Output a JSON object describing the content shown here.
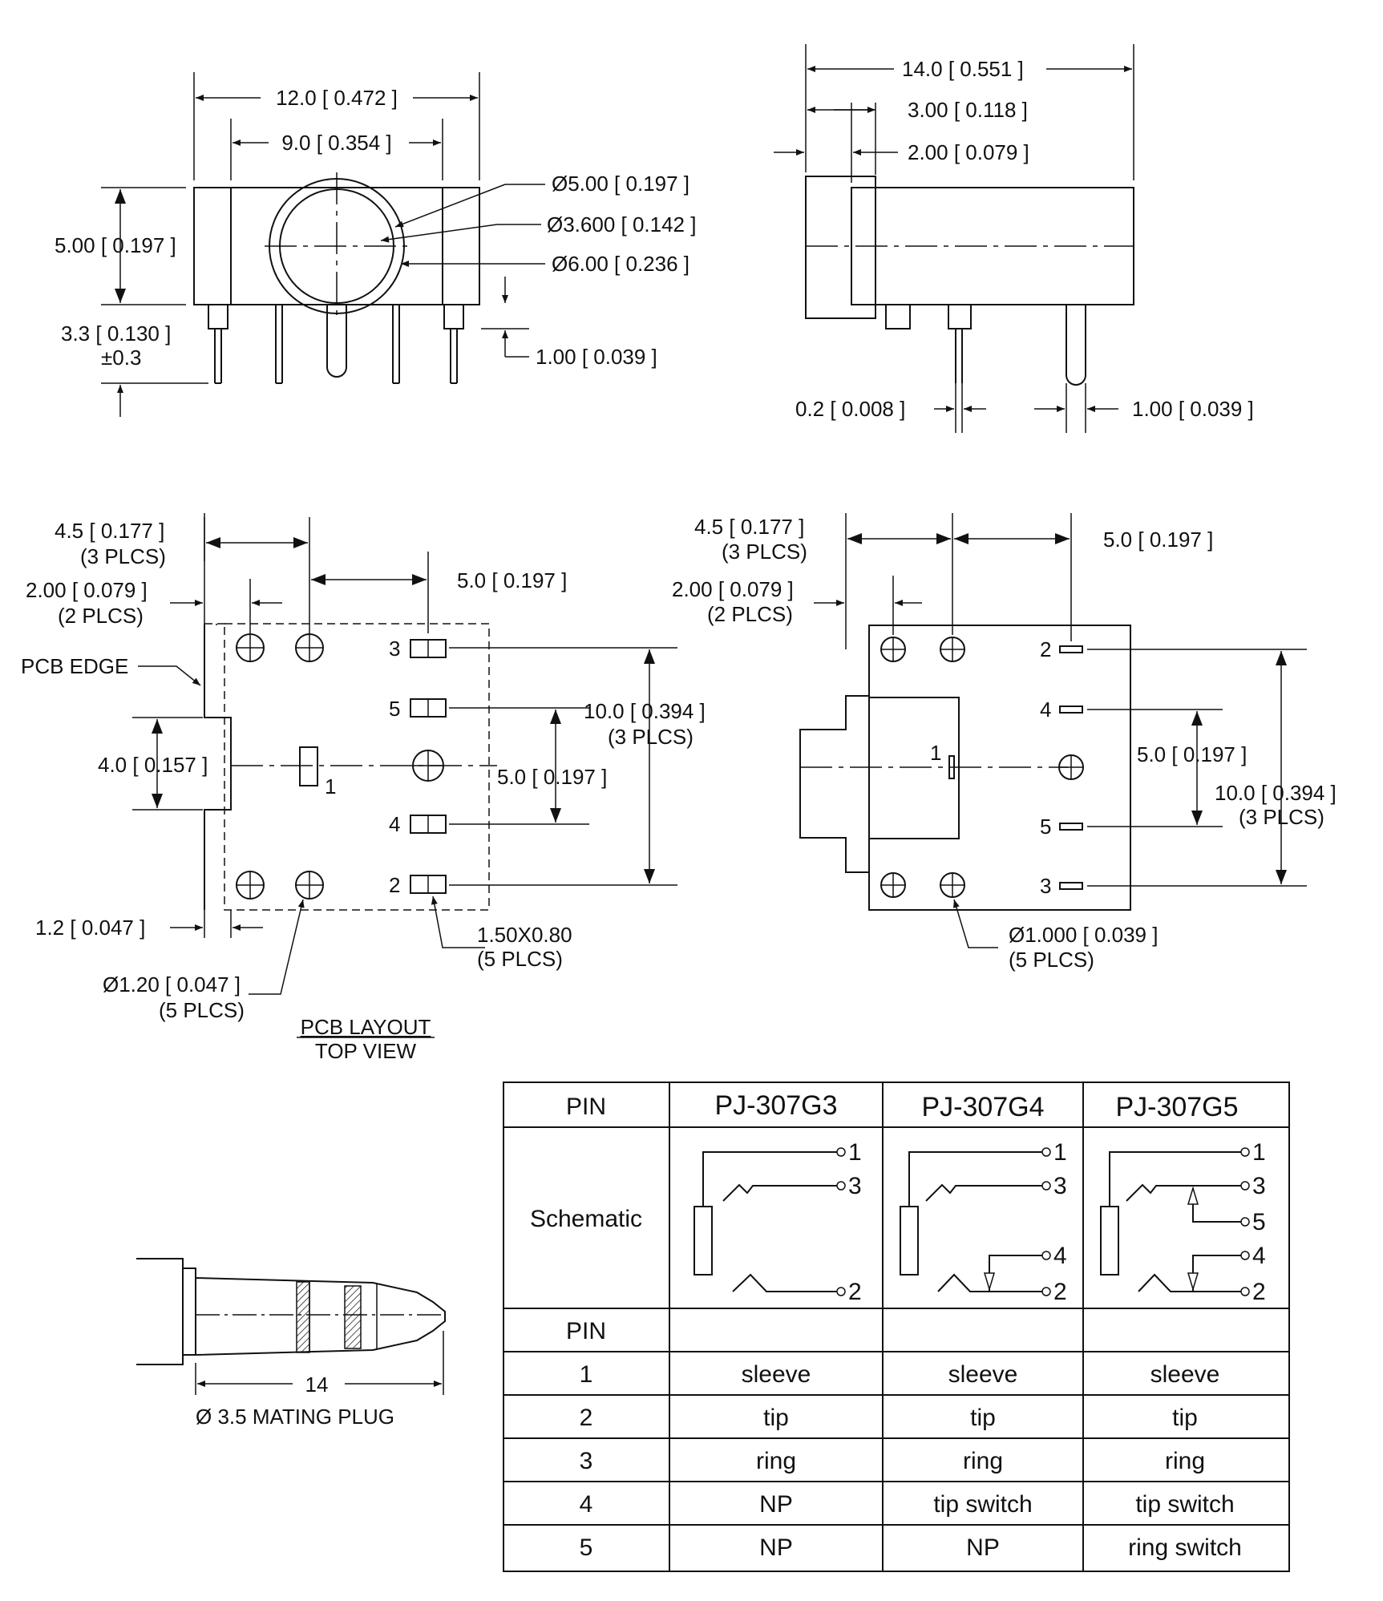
{
  "dims": {
    "d12": "12.0 [ 0.472 ]",
    "d9": "9.0 [ 0.354 ]",
    "d5h": "5.00 [ 0.197 ]",
    "dia500": "Ø5.00 [ 0.197 ]",
    "dia3600": "Ø3.600 [ 0.142 ]",
    "dia600": "Ø6.00 [ 0.236 ]",
    "d33": "3.3 [ 0.130 ]",
    "pm03": "±0.3",
    "d100a": "1.00 [ 0.039 ]",
    "d14": "14.0 [ 0.551 ]",
    "d300": "3.00 [ 0.118 ]",
    "d200": "2.00 [ 0.079 ]",
    "d02": "0.2 [ 0.008 ]",
    "d100b": "1.00 [ 0.039 ]"
  },
  "pcb": {
    "d45": "4.5 [ 0.177 ]",
    "plcs3": "(3 PLCS)",
    "d200": "2.00 [ 0.079 ]",
    "plcs2": "(2 PLCS)",
    "d50top": "5.0 [ 0.197 ]",
    "pcb_edge": "PCB EDGE",
    "d100": "10.0 [ 0.394 ]",
    "plcs3b": "(3 PLCS)",
    "d40": "4.0 [ 0.157 ]",
    "d50mid": "5.0 [ 0.197 ]",
    "d12": "1.2 [ 0.047 ]",
    "pad": "1.50X0.80",
    "plcs5a": "(5 PLCS)",
    "hole": "Ø1.20 [ 0.047 ]",
    "plcs5b": "(5 PLCS)",
    "title1": "PCB LAYOUT",
    "title2": "TOP VIEW",
    "pins": [
      "3",
      "5",
      "1",
      "4",
      "2"
    ]
  },
  "bottom": {
    "d45": "4.5 [ 0.177 ]",
    "plcs3": "(3 PLCS)",
    "d50top": "5.0 [ 0.197 ]",
    "d200": "2.00 [ 0.079 ]",
    "plcs2": "(2 PLCS)",
    "d50mid": "5.0 [ 0.197 ]",
    "d100": "10.0 [ 0.394 ]",
    "plcs3b": "(3 PLCS)",
    "hole": "Ø1.000 [ 0.039 ]",
    "plcs5": "(5 PLCS)",
    "pins": [
      "2",
      "4",
      "1",
      "5",
      "3"
    ]
  },
  "plug": {
    "len": "14",
    "label": "Ø 3.5 MATING PLUG"
  },
  "table": {
    "headers": [
      "PIN",
      "PJ-307G3",
      "PJ-307G4",
      "PJ-307G5"
    ],
    "schematic_label": "Schematic",
    "pin_label": "PIN",
    "rows": [
      [
        "1",
        "sleeve",
        "sleeve",
        "sleeve"
      ],
      [
        "2",
        "tip",
        "tip",
        "tip"
      ],
      [
        "3",
        "ring",
        "ring",
        "ring"
      ],
      [
        "4",
        "NP",
        "tip switch",
        "tip switch"
      ],
      [
        "5",
        "NP",
        "NP",
        "ring switch"
      ]
    ],
    "schem_pins": {
      "g3": [
        "1",
        "3",
        "2"
      ],
      "g4": [
        "1",
        "3",
        "4",
        "2"
      ],
      "g5": [
        "1",
        "3",
        "5",
        "4",
        "2"
      ]
    }
  }
}
